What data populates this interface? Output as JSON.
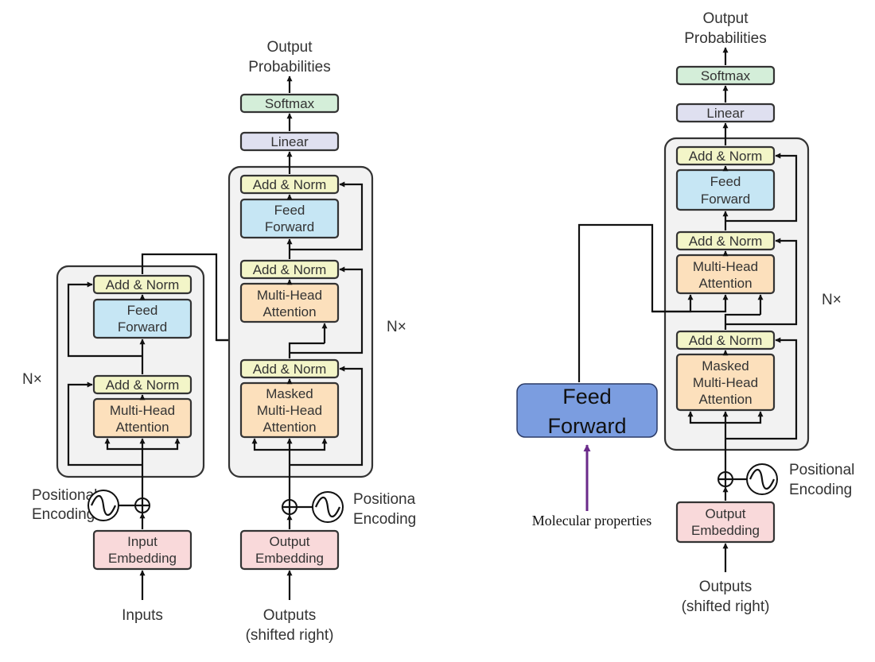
{
  "colors": {
    "add_norm": "#f3f5c8",
    "feed_forward": "#c6e6f4",
    "attention": "#fce0bc",
    "embedding": "#f9d9da",
    "linear": "#dfe0f0",
    "softmax": "#d4eed9",
    "frame": "#f2f2f2",
    "new_feed_forward": "#7b9de0",
    "property_arrow": "#6a2a8a"
  },
  "left_diagram": {
    "encoder": {
      "nx": "N×",
      "add_norm_top": "Add & Norm",
      "feed_forward": [
        "Feed",
        "Forward"
      ],
      "add_norm_bottom": "Add & Norm",
      "attention": [
        "Multi-Head",
        "Attention"
      ],
      "positional_encoding": [
        "Positional",
        "Encoding"
      ],
      "embedding": [
        "Input",
        "Embedding"
      ],
      "input_label": "Inputs"
    },
    "decoder": {
      "nx": "N×",
      "add_norm_top": "Add & Norm",
      "feed_forward": [
        "Feed",
        "Forward"
      ],
      "add_norm_mid": "Add & Norm",
      "attention": [
        "Multi-Head",
        "Attention"
      ],
      "add_norm_bottom": "Add & Norm",
      "masked_attention": [
        "Masked",
        "Multi-Head",
        "Attention"
      ],
      "positional_encoding": [
        "Positiona",
        "Encoding"
      ],
      "embedding": [
        "Output",
        "Embedding"
      ],
      "input_label": [
        "Outputs",
        "(shifted right)"
      ]
    },
    "linear": "Linear",
    "softmax": "Softmax",
    "output": [
      "Output",
      "Probabilities"
    ]
  },
  "right_diagram": {
    "nx": "N×",
    "add_norm_top": "Add & Norm",
    "feed_forward": [
      "Feed",
      "Forward"
    ],
    "add_norm_mid": "Add & Norm",
    "attention": [
      "Multi-Head",
      "Attention"
    ],
    "add_norm_bottom": "Add & Norm",
    "masked_attention": [
      "Masked",
      "Multi-Head",
      "Attention"
    ],
    "positional_encoding": [
      "Positional",
      "Encoding"
    ],
    "embedding": [
      "Output",
      "Embedding"
    ],
    "input_label": [
      "Outputs",
      "(shifted right)"
    ],
    "linear": "Linear",
    "softmax": "Softmax",
    "output": [
      "Output",
      "Probabilities"
    ],
    "new_feed_forward": [
      "Feed",
      "Forward"
    ],
    "molecular_properties": "Molecular properties"
  }
}
